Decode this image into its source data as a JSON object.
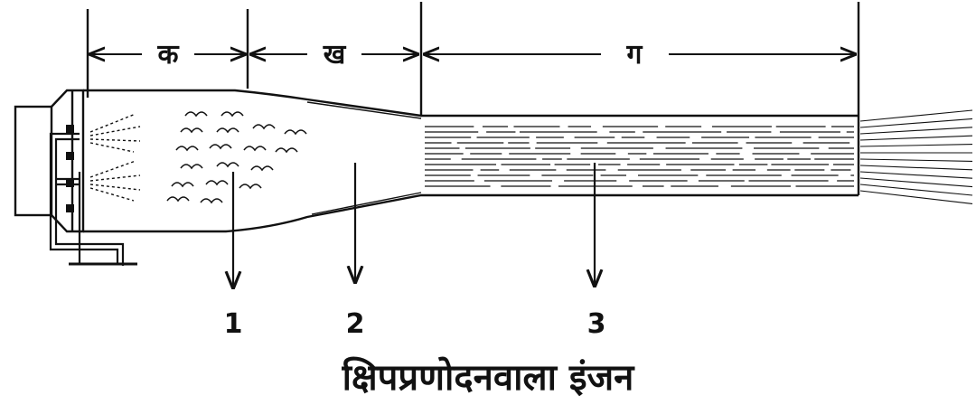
{
  "sections": {
    "a": "क",
    "b": "ख",
    "c": "ग"
  },
  "markers": [
    "1",
    "2",
    "3"
  ],
  "caption": "क्षिपप्रणोदनवाला इंजन"
}
